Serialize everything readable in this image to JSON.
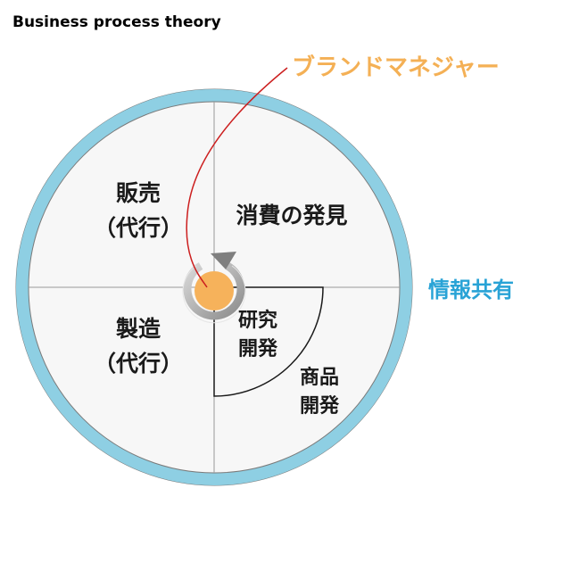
{
  "title": "Business process theory",
  "manager_label": "ブランドマネジャー",
  "info_share_label": "情報共有",
  "quadrants": {
    "top_left": [
      "販売",
      "（代行）"
    ],
    "top_right": [
      "消費の発見"
    ],
    "bottom_left": [
      "製造",
      "（代行）"
    ],
    "research": [
      "研究",
      "開発"
    ],
    "product": [
      "商品",
      "開発"
    ]
  },
  "colors": {
    "ring": "#8ecfe3",
    "manager": "#f4b055",
    "info_share": "#29a3d6",
    "center_dot": "#f6b25b",
    "curve": "#cc1f1f",
    "disc": "#f7f7f7"
  }
}
